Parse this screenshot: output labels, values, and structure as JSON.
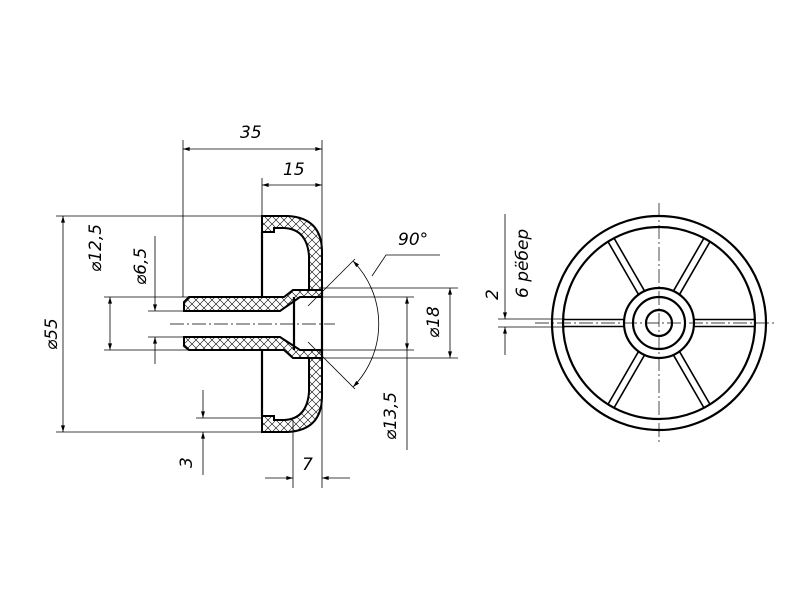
{
  "drawing": {
    "dimensions": {
      "length_total": "35",
      "flange_depth": "15",
      "dia_outer": "⌀55",
      "dia_hub": "⌀12,5",
      "dia_bore": "⌀6,5",
      "dia_18": "⌀18",
      "dia_13_5": "⌀13,5",
      "angle": "90°",
      "wall": "3",
      "width_7": "7",
      "rib_thickness": "2"
    },
    "notes": {
      "ribs": "6 рёбер"
    },
    "colors": {
      "line": "#000000",
      "background": "#ffffff"
    }
  }
}
